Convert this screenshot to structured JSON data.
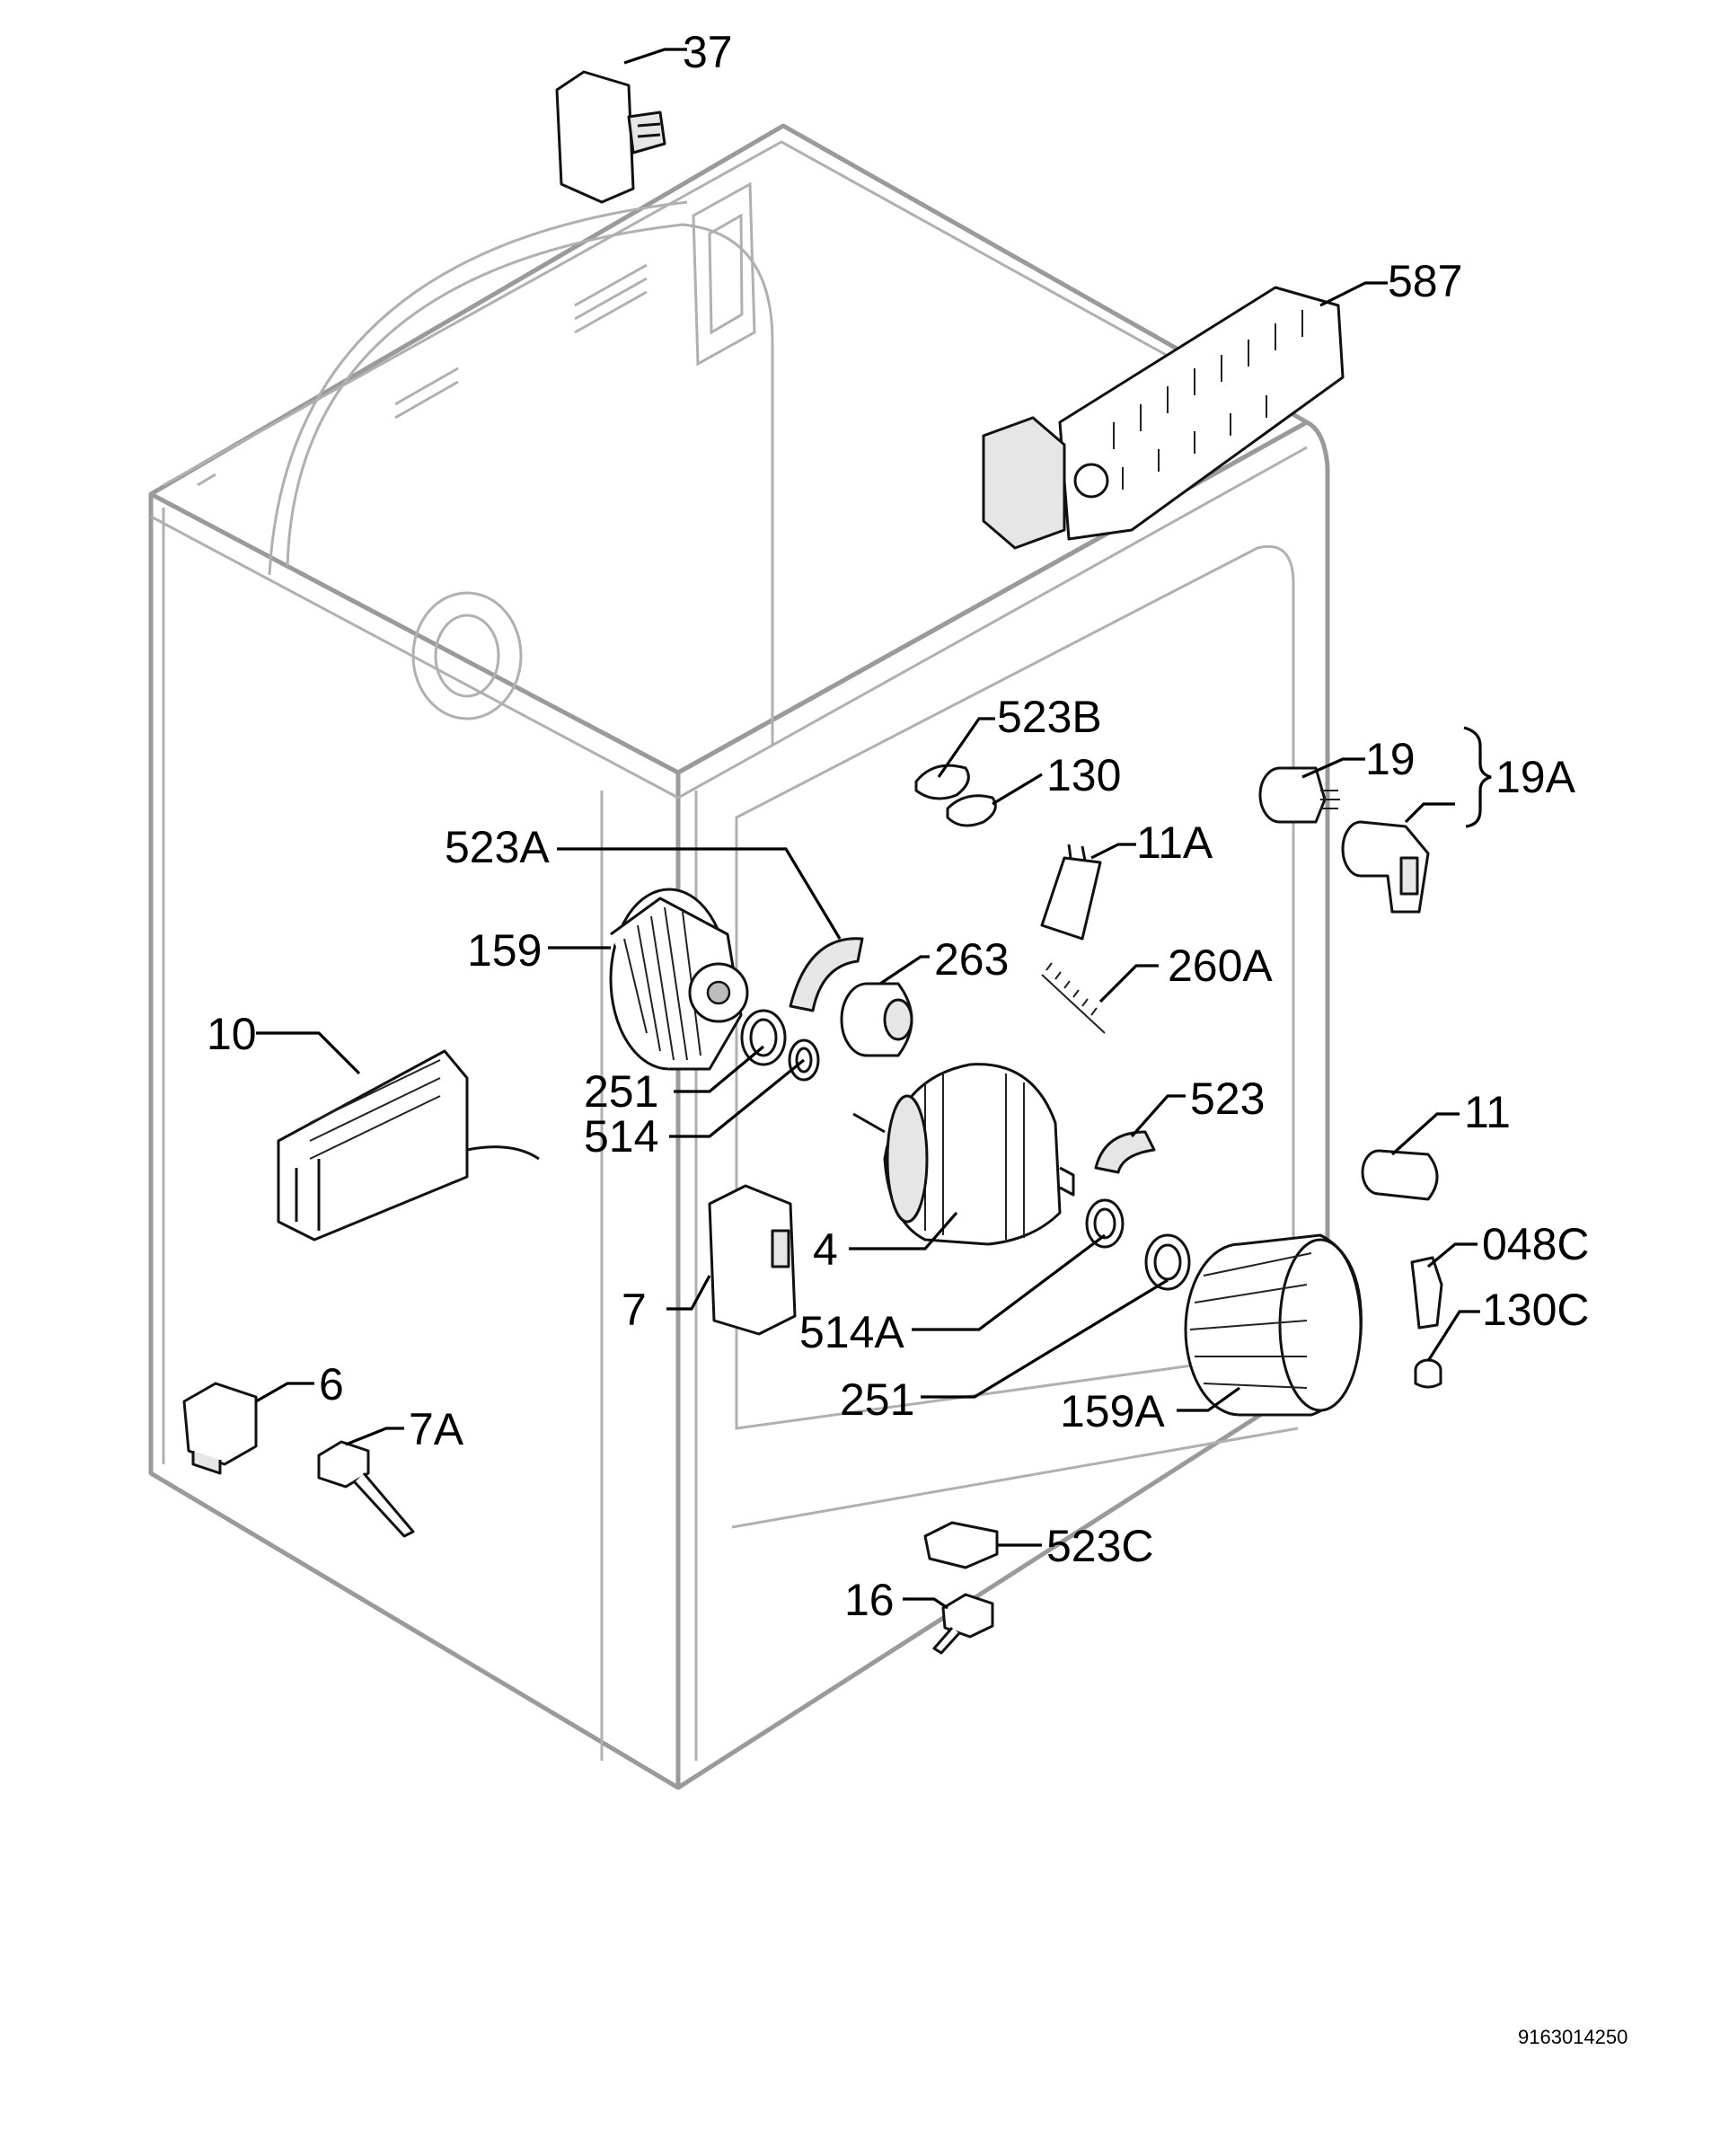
{
  "diagram": {
    "doc_number": "9163014250",
    "callouts": [
      {
        "id": "37",
        "text": "37"
      },
      {
        "id": "587",
        "text": "587"
      },
      {
        "id": "523B",
        "text": "523B"
      },
      {
        "id": "130",
        "text": "130"
      },
      {
        "id": "19",
        "text": "19"
      },
      {
        "id": "19A",
        "text": "19A"
      },
      {
        "id": "523A",
        "text": "523A"
      },
      {
        "id": "11A",
        "text": "11A"
      },
      {
        "id": "159",
        "text": "159"
      },
      {
        "id": "263",
        "text": "263"
      },
      {
        "id": "260A",
        "text": "260A"
      },
      {
        "id": "10",
        "text": "10"
      },
      {
        "id": "251a",
        "text": "251"
      },
      {
        "id": "514",
        "text": "514"
      },
      {
        "id": "523",
        "text": "523"
      },
      {
        "id": "11",
        "text": "11"
      },
      {
        "id": "4",
        "text": "4"
      },
      {
        "id": "048C",
        "text": "048C"
      },
      {
        "id": "7",
        "text": "7"
      },
      {
        "id": "514A",
        "text": "514A"
      },
      {
        "id": "130C",
        "text": "130C"
      },
      {
        "id": "6",
        "text": "6"
      },
      {
        "id": "7A",
        "text": "7A"
      },
      {
        "id": "251b",
        "text": "251"
      },
      {
        "id": "159A",
        "text": "159A"
      },
      {
        "id": "523C",
        "text": "523C"
      },
      {
        "id": "16",
        "text": "16"
      }
    ]
  }
}
